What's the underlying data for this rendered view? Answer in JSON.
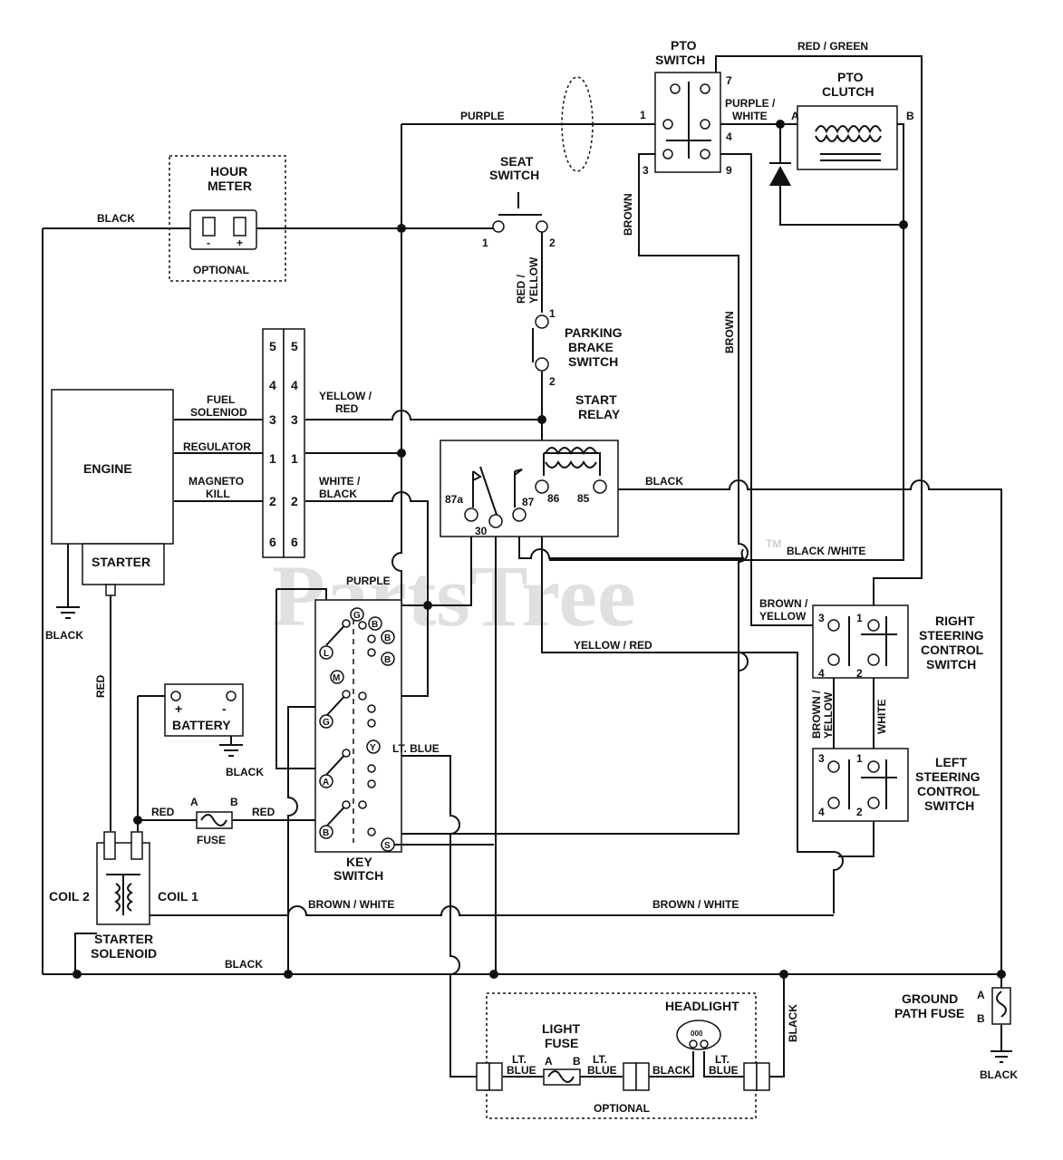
{
  "labels": {
    "hour_meter": [
      "HOUR",
      "METER"
    ],
    "optional": "OPTIONAL",
    "black": "BLACK",
    "purple": "PURPLE",
    "seat_switch": [
      "SEAT",
      "SWITCH"
    ],
    "pto_switch": [
      "PTO",
      "SWITCH"
    ],
    "pto_clutch": [
      "PTO",
      "CLUTCH"
    ],
    "red_green": "RED / GREEN",
    "purple_white": [
      "PURPLE /",
      "WHITE"
    ],
    "brown": "BROWN",
    "red_yellow": [
      "RED /",
      "YELLOW"
    ],
    "parking_brake_switch": [
      "PARKING",
      "BRAKE",
      "SWITCH"
    ],
    "start_relay": [
      "START",
      "RELAY"
    ],
    "engine": "ENGINE",
    "starter": "STARTER",
    "fuel_solenoid": [
      "FUEL",
      "SOLENIOD"
    ],
    "regulator": "REGULATOR",
    "magneto_kill": [
      "MAGNETO",
      "KILL"
    ],
    "yellow_red_a": [
      "YELLOW /",
      "RED"
    ],
    "white_black": [
      "WHITE /",
      "BLACK"
    ],
    "black_white": "BLACK /WHITE",
    "brown_yellow": [
      "BROWN /",
      "YELLOW"
    ],
    "yellow_red": "YELLOW / RED",
    "right_steering": [
      "RIGHT",
      "STEERING",
      "CONTROL",
      "SWITCH"
    ],
    "left_steering": [
      "LEFT",
      "STEERING",
      "CONTROL",
      "SWITCH"
    ],
    "brown_yellow_v": [
      "BROWN /",
      "YELLOW"
    ],
    "white": "WHITE",
    "battery": "BATTERY",
    "red": "RED",
    "fuse": "FUSE",
    "lt_blue": "LT. BLUE",
    "key_switch": [
      "KEY",
      "SWITCH"
    ],
    "coil2": "COIL 2",
    "coil1": "COIL 1",
    "starter_solenoid": [
      "STARTER",
      "SOLENOID"
    ],
    "brown_white": "BROWN / WHITE",
    "ground_path_fuse": [
      "GROUND",
      "PATH FUSE"
    ],
    "light_fuse": [
      "LIGHT",
      "FUSE"
    ],
    "headlight": "HEADLIGHT",
    "lt": "LT.",
    "blue": "BLUE",
    "watermark": "PartsTree",
    "tm": "TM"
  },
  "terminals": {
    "relay": [
      "87a",
      "30",
      "87",
      "86",
      "85"
    ],
    "connector": [
      "5",
      "4",
      "3",
      "1",
      "2",
      "6"
    ],
    "pto": [
      "7",
      "1",
      "4",
      "3",
      "9"
    ],
    "pto_clutch": [
      "A",
      "B"
    ],
    "fuse": [
      "A",
      "B"
    ],
    "ground_fuse": [
      "A",
      "B"
    ],
    "seat": [
      "1",
      "2"
    ],
    "parking": [
      "1",
      "2"
    ],
    "steering": [
      "1",
      "2",
      "3",
      "4"
    ],
    "key": [
      "G",
      "B",
      "B",
      "B",
      "L",
      "M",
      "G",
      "Y",
      "A",
      "B",
      "S"
    ],
    "meter": [
      "-",
      "+"
    ],
    "battery": [
      "+",
      "-"
    ],
    "headlight_code": "000"
  }
}
